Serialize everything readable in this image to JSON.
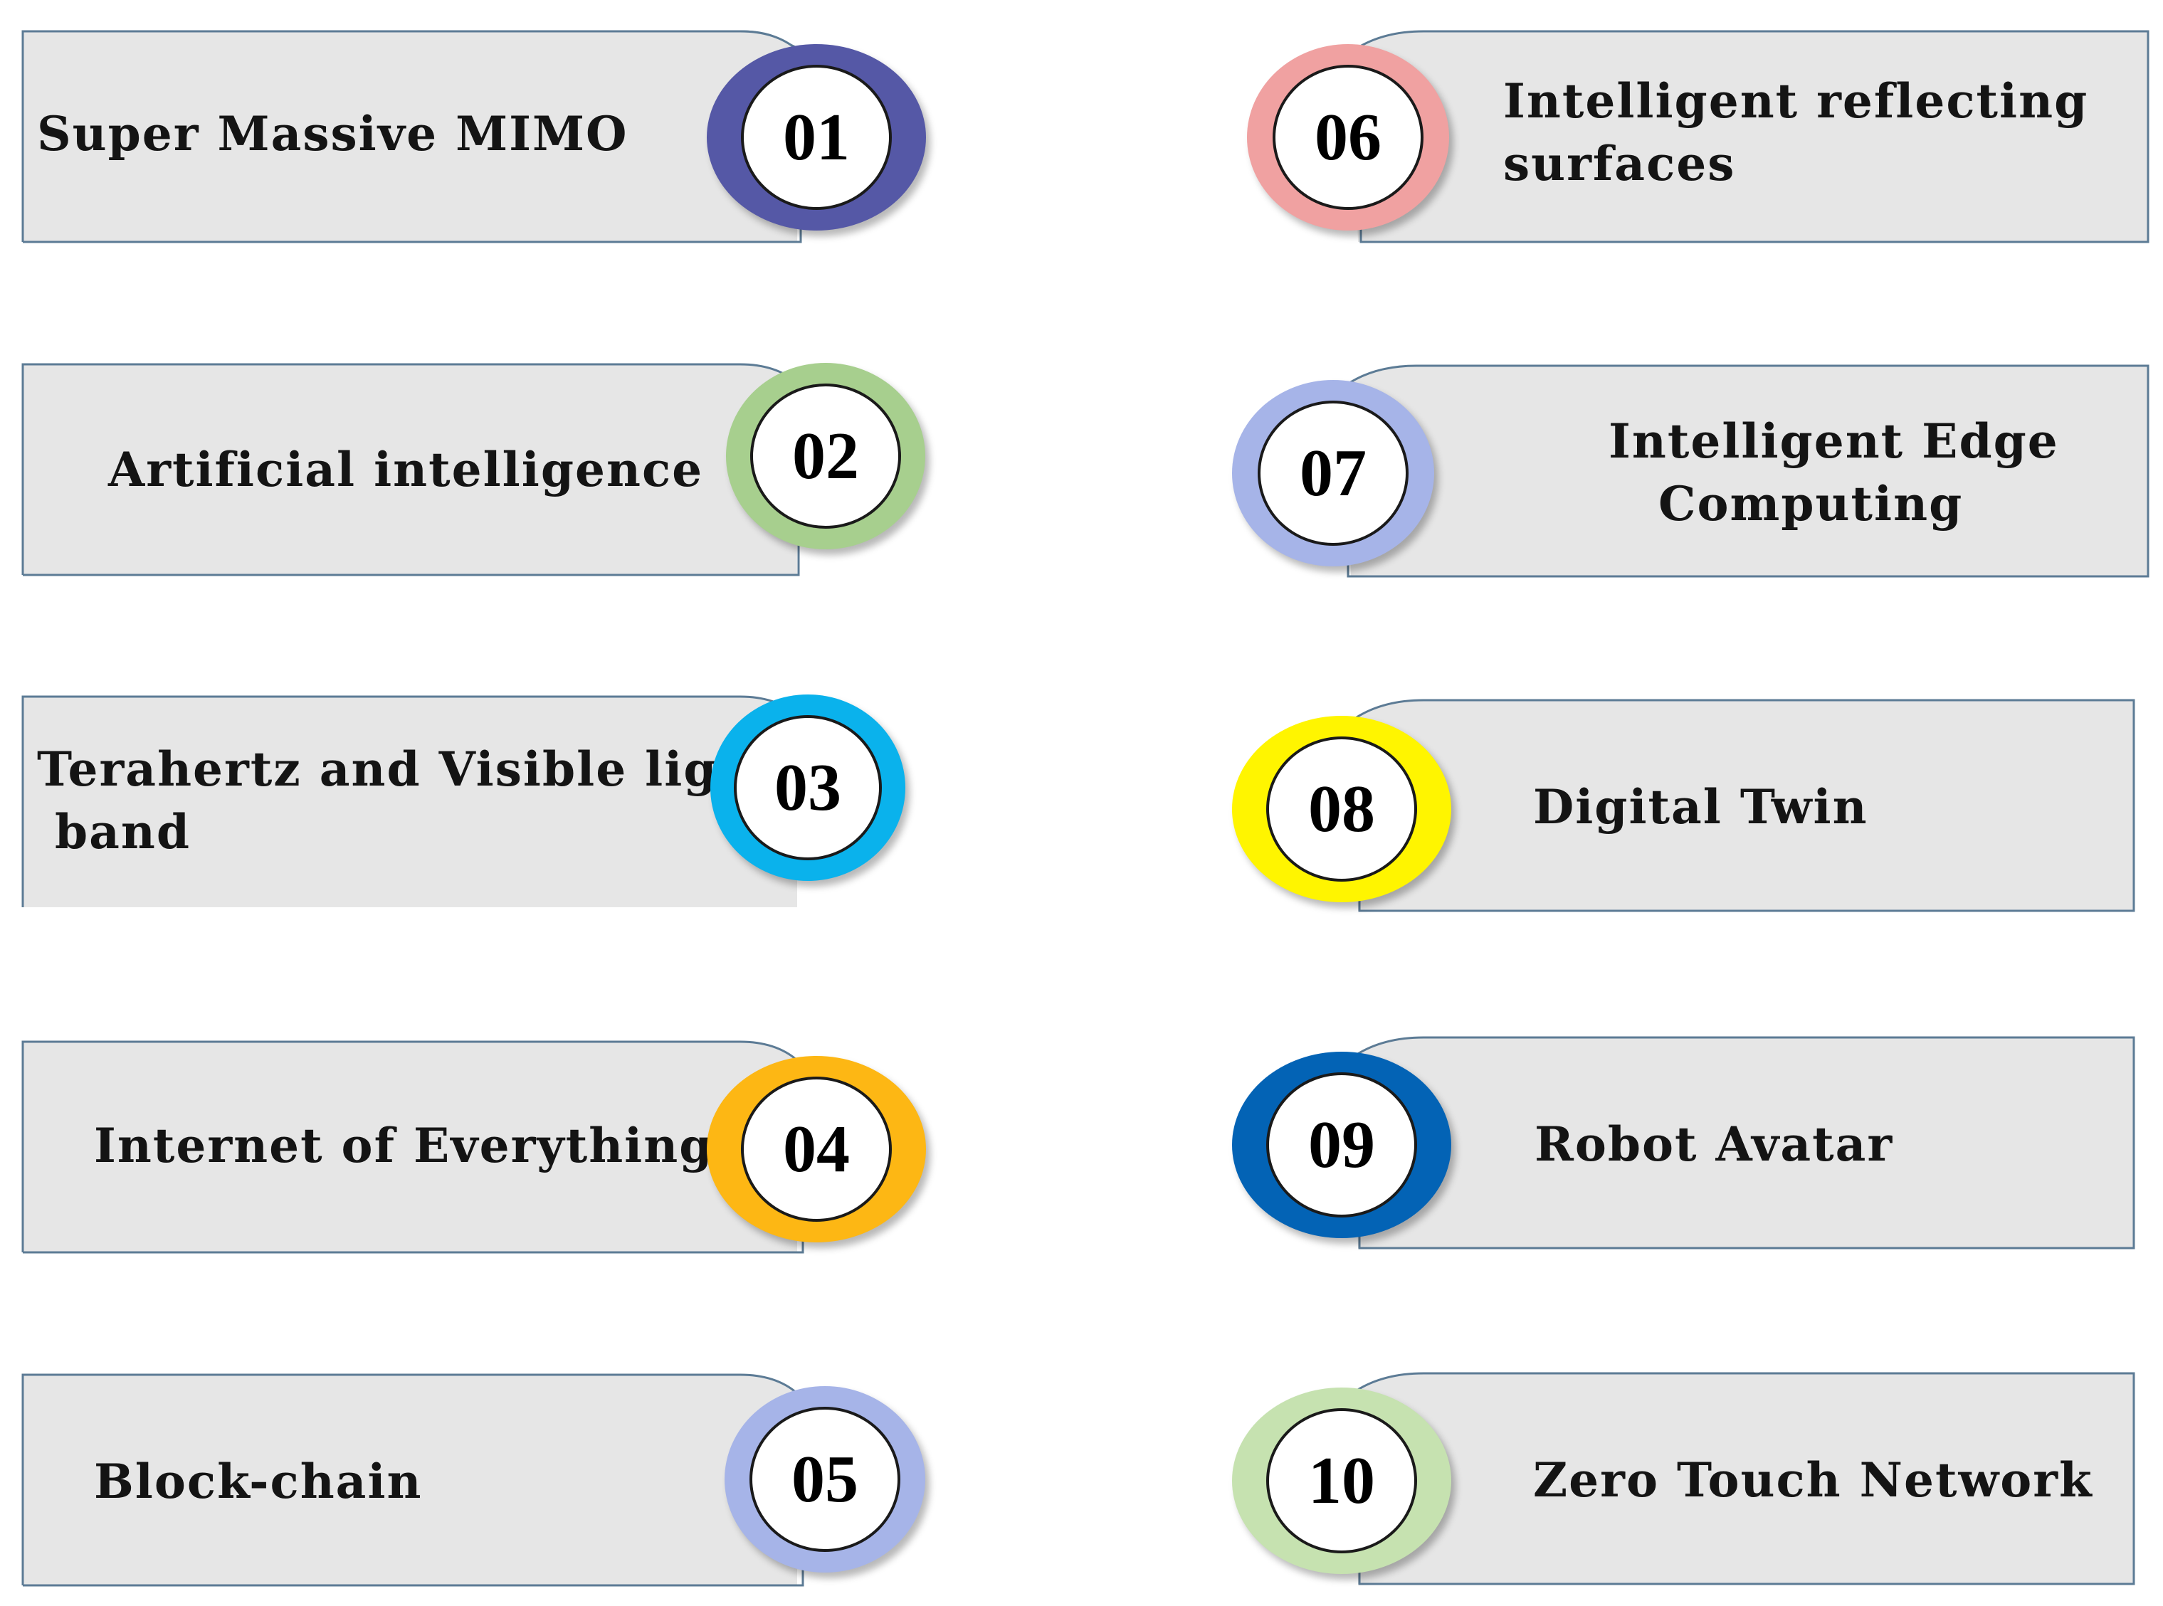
{
  "items": [
    {
      "number": "01",
      "line1": "Super Massive MIMO",
      "line2": "",
      "ring_color": "#5558A6"
    },
    {
      "number": "02",
      "line1": "Artificial intelligence",
      "line2": "",
      "ring_color": "#A7CF8E"
    },
    {
      "number": "03",
      "line1": "Terahertz and Visible light",
      "line2": " band",
      "ring_color": "#0AB2EC"
    },
    {
      "number": "04",
      "line1": "Internet of Everything",
      "line2": "",
      "ring_color": "#FDB714"
    },
    {
      "number": "05",
      "line1": "Block-chain",
      "line2": "",
      "ring_color": "#A6B4E8"
    },
    {
      "number": "06",
      "line1": "Intelligent reflecting",
      "line2": "surfaces",
      "ring_color": "#F0A1A1"
    },
    {
      "number": "07",
      "line1": "Intelligent Edge",
      "line2": "Computing",
      "ring_color": "#A6B4E8"
    },
    {
      "number": "08",
      "line1": "Digital Twin",
      "line2": "",
      "ring_color": "#FFF500"
    },
    {
      "number": "09",
      "line1": "Robot Avatar",
      "line2": "",
      "ring_color": "#0363B5"
    },
    {
      "number": "10",
      "line1": "Zero Touch Network",
      "line2": "",
      "ring_color": "#C6E2B0"
    }
  ],
  "colors": {
    "card_fill": "#E6E6E6",
    "card_border": "#5C7B95"
  }
}
